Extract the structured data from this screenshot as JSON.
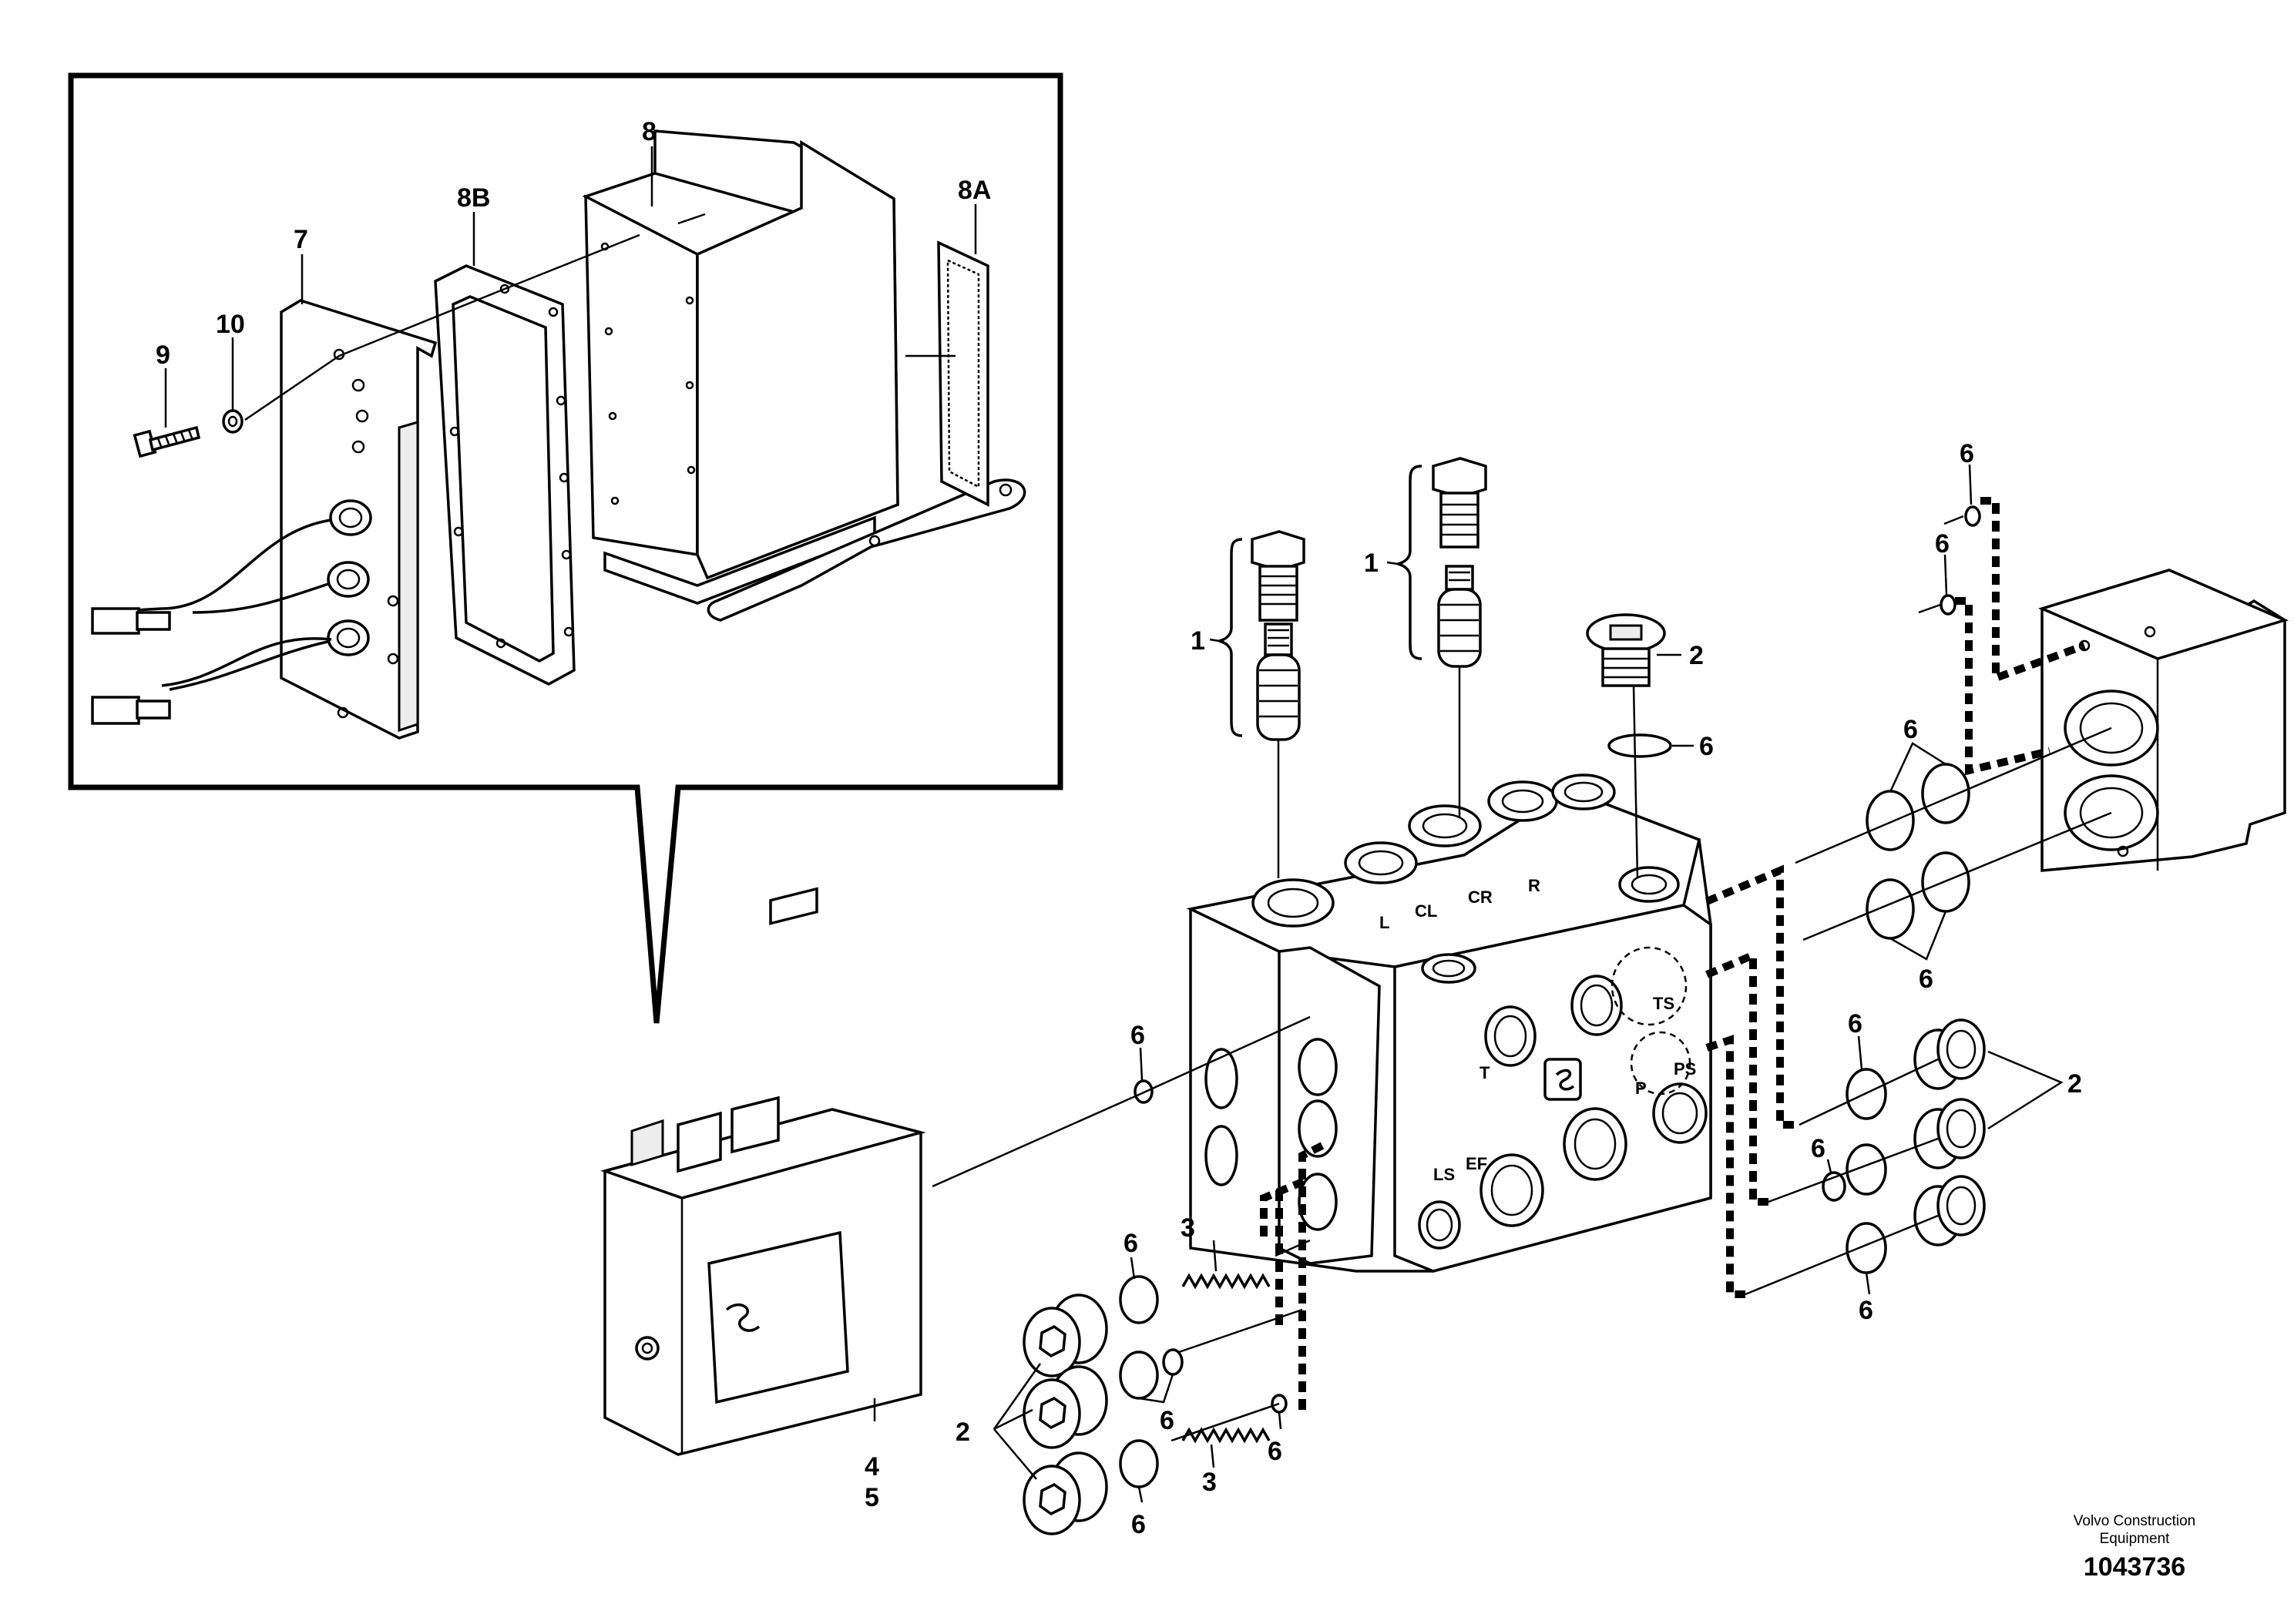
{
  "callouts": {
    "c1a": "1",
    "c1b": "1",
    "c2a": "2",
    "c2b": "2",
    "c2c": "2",
    "c3a": "3",
    "c3b": "3",
    "c4": "4",
    "c5": "5",
    "c6": [
      "6",
      "6",
      "6",
      "6",
      "6",
      "6",
      "6",
      "6",
      "6",
      "6",
      "6",
      "6",
      "6"
    ],
    "c7": "7",
    "c8": "8",
    "c8a": "8A",
    "c8b": "8B",
    "c9": "9",
    "c10": "10"
  },
  "ports": {
    "L": "L",
    "CL": "CL",
    "CR": "CR",
    "R": "R",
    "T": "T",
    "TS": "TS",
    "P": "P",
    "PS": "PS",
    "LS": "LS",
    "EF": "EF"
  },
  "credit": {
    "line1": "Volvo Construction",
    "line2": "Equipment"
  },
  "doc_number": "1043736"
}
